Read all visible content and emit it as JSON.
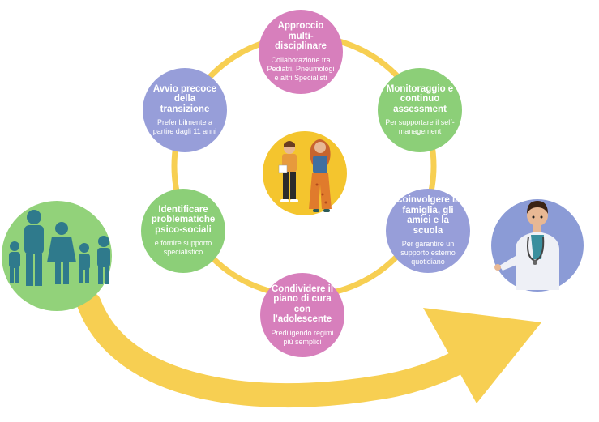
{
  "nodes": {
    "approccio": {
      "title": "Approccio multi-disciplinare",
      "subtitle": "Collaborazione tra Pediatri, Pneumologi e altri Specialisti"
    },
    "monitoraggio": {
      "title": "Monitoraggio e continuo assessment",
      "subtitle": "Per supportare il self-management"
    },
    "coinvolgere": {
      "title": "Coinvolgere la famiglia, gli amici e la scuola",
      "subtitle": "Per garantire un supporto esterno quotidiano"
    },
    "condividere": {
      "title": "Condividere il piano di cura con l'adolescente",
      "subtitle": "Prediligendo regimi più semplici"
    },
    "identificare": {
      "title": "Identificare problematiche psico-sociali",
      "subtitle": "e fornire supporto specialistico"
    },
    "avvio": {
      "title": "Avvio precoce della transizione",
      "subtitle": "Preferibilmente a partire dagli 11 anni"
    }
  },
  "colors": {
    "ring": "#f7cf52",
    "arrow": "#f7cf52",
    "pink": "#d77fbc",
    "green": "#8ccf78",
    "lavender": "#979ed9",
    "center_bg": "#f4c52e",
    "family_bg": "#92d27a",
    "family_silhouette": "#2f7a8c",
    "doctor_bg": "#8b9bd6"
  },
  "icons": {
    "center": "teenagers-illustration-icon",
    "left": "family-silhouette-icon",
    "right": "doctor-illustration-icon",
    "arrow": "transition-arrow-icon"
  }
}
